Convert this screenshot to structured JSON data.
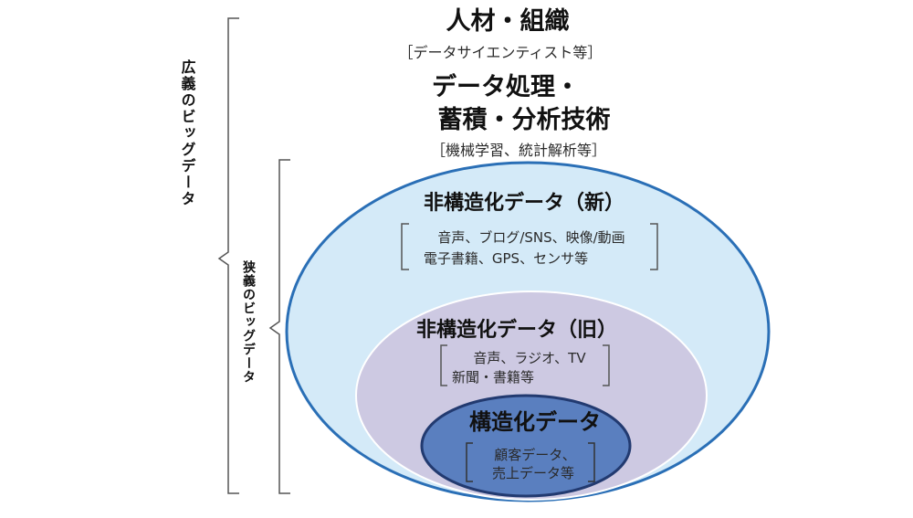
{
  "broad": {
    "label": "広義のビッグデータ"
  },
  "narrow": {
    "label": "狭義のビッグデータ"
  },
  "people": {
    "title": "人材・組織",
    "detail": "［データサイエンティスト等］"
  },
  "processing": {
    "title_line1": "データ処理・",
    "title_line2": "蓄積・分析技術",
    "detail": "［機械学習、統計解析等］"
  },
  "unstructured_new": {
    "title": "非構造化データ（新）",
    "detail_line1": "音声、ブログ/SNS、映像/動画",
    "detail_line2": "電子書籍、GPS、センサ等"
  },
  "unstructured_old": {
    "title": "非構造化データ（旧）",
    "detail_line1": "音声、ラジオ、TV",
    "detail_line2": "新聞・書籍等"
  },
  "structured": {
    "title": "構造化データ",
    "detail_line1": "顧客データ、",
    "detail_line2": "売上データ等"
  },
  "colors": {
    "outer_fill": "#d4eaf8",
    "outer_stroke": "#2a6fb6",
    "middle_fill": "#cdc9e2",
    "middle_stroke": "#ffffff",
    "inner_fill": "#5a7fbf",
    "inner_stroke": "#223a70",
    "bracket": "#555555"
  }
}
